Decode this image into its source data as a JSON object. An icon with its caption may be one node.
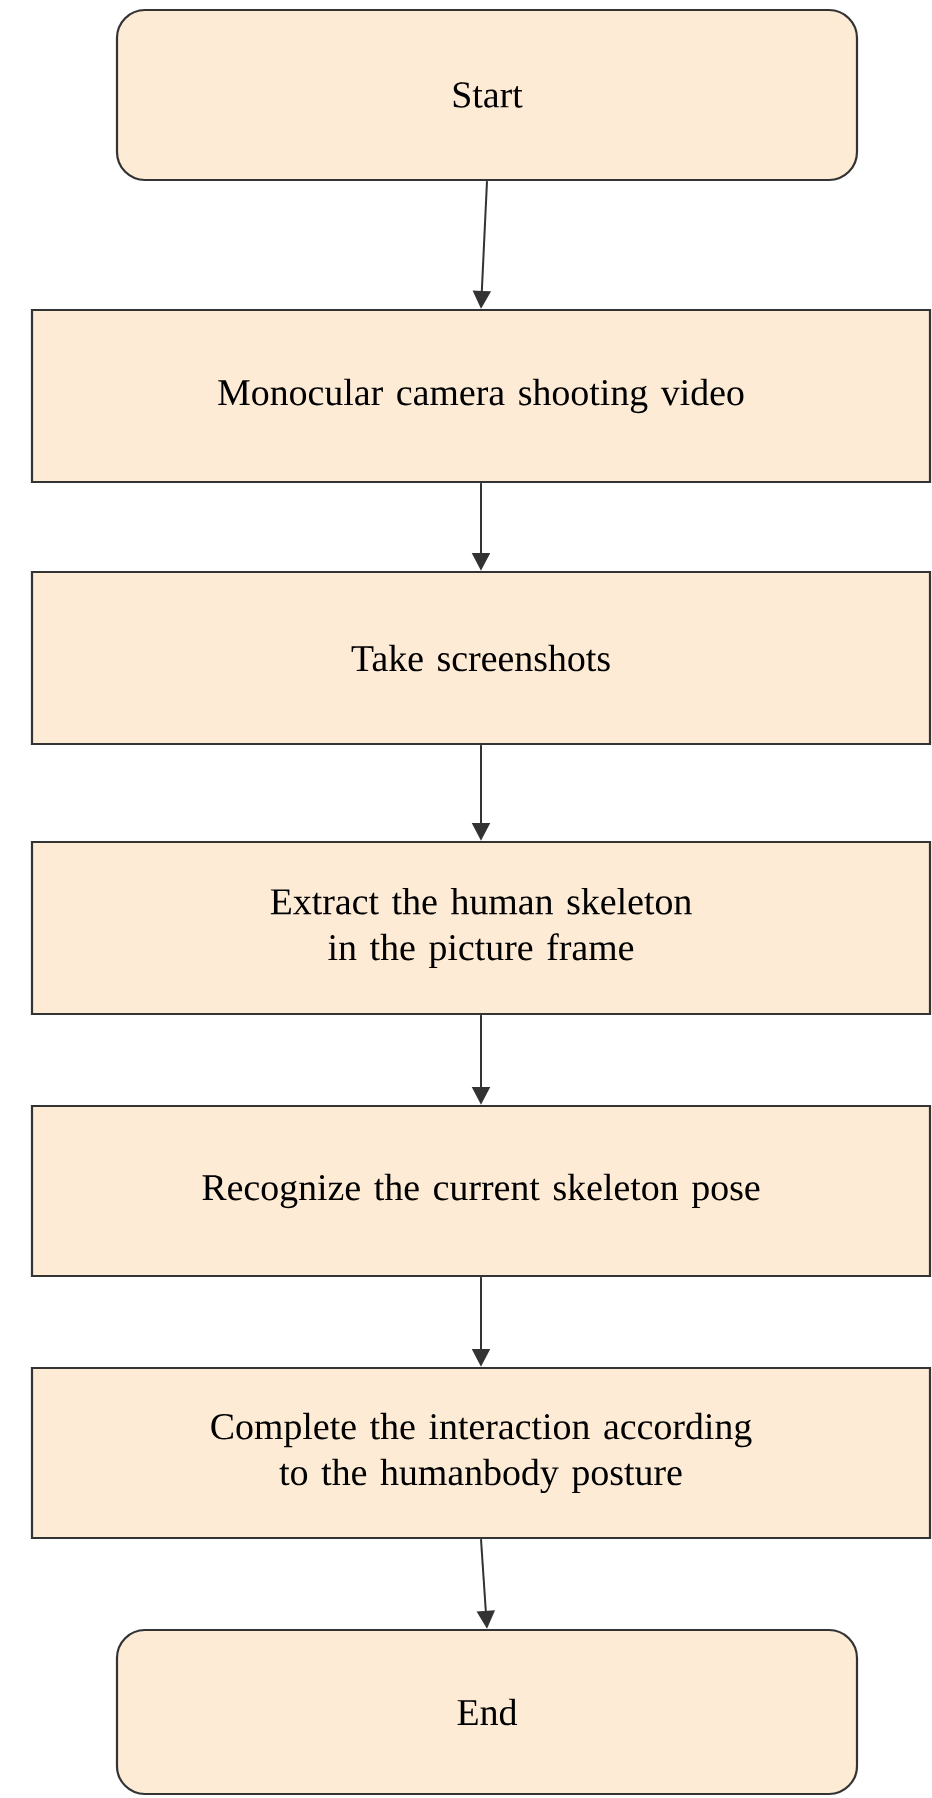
{
  "diagram": {
    "nodes": [
      {
        "text": [
          "Start"
        ]
      },
      {
        "text": [
          "Monocular camera shooting video"
        ]
      },
      {
        "text": [
          "Take screenshots"
        ]
      },
      {
        "text": [
          "Extract the human skeleton in the picture frame"
        ]
      },
      {
        "text": [
          "Recognize the current skeleton pose"
        ]
      },
      {
        "text": [
          "Complete the interaction according to the humanbody posture"
        ]
      },
      {
        "text": [
          "End"
        ]
      }
    ],
    "edges": [
      {
        "from": 0,
        "to": 1,
        "arrow": "to"
      },
      {
        "from": 1,
        "to": 2,
        "arrow": "to"
      },
      {
        "from": 2,
        "to": 3,
        "arrow": "to"
      },
      {
        "from": 3,
        "to": 4,
        "arrow": "to"
      },
      {
        "from": 4,
        "to": 5,
        "arrow": "to"
      },
      {
        "from": 5,
        "to": 6,
        "arrow": "to"
      }
    ]
  }
}
